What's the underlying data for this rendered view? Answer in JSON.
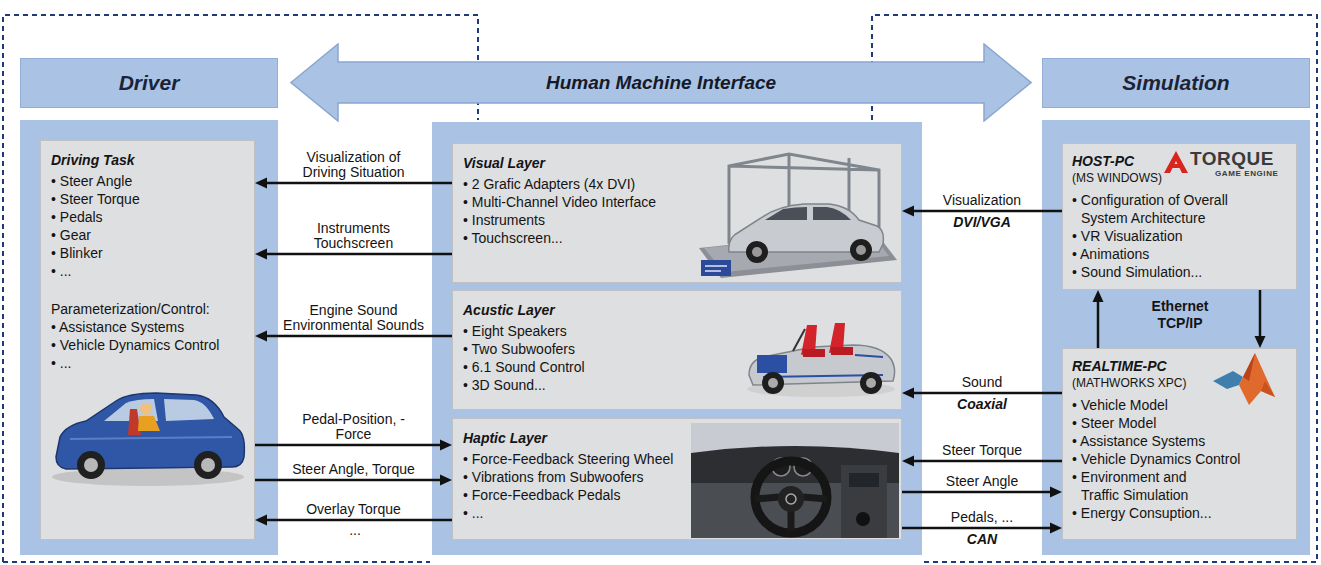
{
  "diagram": {
    "nodes": [
      {
        "text": [
          "Driver"
        ]
      },
      {
        "text": [
          "Human Machine Interface"
        ]
      },
      {
        "text": [
          "Simulation"
        ]
      },
      {
        "text": [
          "Driving Task",
          "• Steer Angle",
          "• Steer Torque",
          "• Pedals",
          "• Gear",
          "• Blinker",
          "• ...",
          "Parameterization/Control:",
          "• Assistance Systems",
          "• Vehicle Dynamics Control",
          "• ..."
        ]
      },
      {
        "text": [
          "Visual Layer",
          "• 2 Grafic Adapters (4x DVI)",
          "• Multi-Channel Video Interface",
          "• Instruments",
          "• Touchscreen..."
        ]
      },
      {
        "text": [
          "Acustic Layer",
          "• Eight Speakers",
          "• Two Subwoofers",
          "• 6.1 Sound Control",
          "• 3D Sound..."
        ]
      },
      {
        "text": [
          "Haptic Layer",
          "• Force-Feedback Steering Wheel",
          "• Vibrations from Subwoofers",
          "• Force-Feedback Pedals",
          "• ..."
        ]
      },
      {
        "text": [
          "HOST-PC",
          "TORQUE",
          "GAME ENGINE",
          "(MS WINDOWS)",
          "• Configuration of Overall System Architecture",
          "• VR Visualization",
          "• Animations",
          "• Sound Simulation..."
        ]
      },
      {
        "text": [
          "REALTIME-PC",
          "(MATHWORKS XPC)",
          "• Vehicle Model",
          "• Steer Model",
          "• Assistance Systems",
          "• Vehicle Dynamics Control",
          "• Environment and Traffic Simulation",
          "• Energy Consuption..."
        ]
      }
    ],
    "edges": [
      {
        "from": 4,
        "to": 3,
        "label": "Visualization of Driving Situation",
        "arrow": "to"
      },
      {
        "from": 4,
        "to": 3,
        "label": "Instruments Touchscreen",
        "arrow": "to"
      },
      {
        "from": 5,
        "to": 3,
        "label": "Engine Sound Environmental Sounds",
        "arrow": "to"
      },
      {
        "from": 3,
        "to": 6,
        "label": "Pedal-Position, -Force",
        "arrow": "to"
      },
      {
        "from": 3,
        "to": 6,
        "label": "Steer Angle, Torque",
        "arrow": "to"
      },
      {
        "from": 6,
        "to": 3,
        "label": "Overlay Torque",
        "arrow": "to"
      },
      {
        "from": 7,
        "to": 4,
        "label": "Visualization",
        "arrow": "to"
      },
      {
        "from": 8,
        "to": 5,
        "label": "Sound",
        "arrow": "to"
      },
      {
        "from": 8,
        "to": 6,
        "label": "Steer Torque",
        "arrow": "to"
      },
      {
        "from": 6,
        "to": 8,
        "label": "Steer Angle",
        "arrow": "to"
      },
      {
        "from": 6,
        "to": 8,
        "label": "Pedals, ...",
        "arrow": "to"
      },
      {
        "from": 8,
        "to": 7,
        "arrow": "to"
      },
      {
        "from": 7,
        "to": 8,
        "arrow": "to"
      }
    ],
    "labels": [
      "...",
      "DVI/VGA",
      "Ethernet TCP/IP",
      "Coaxial",
      "CAN"
    ]
  }
}
